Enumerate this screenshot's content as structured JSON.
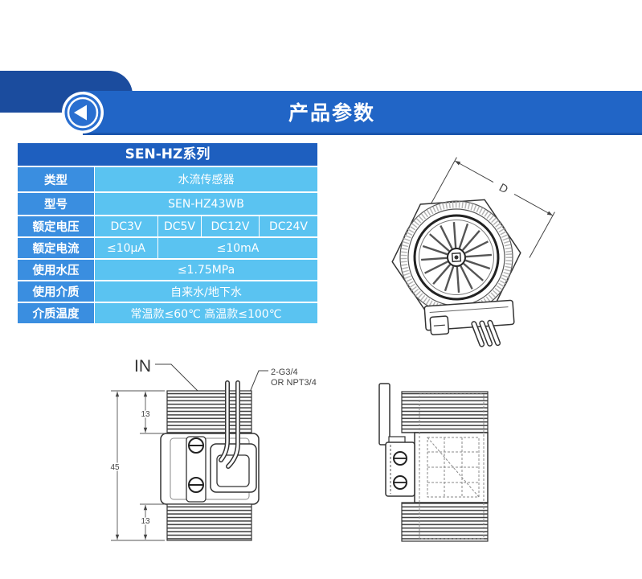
{
  "banner": {
    "title": "产品参数",
    "back_icon": "circle-left-arrow-icon"
  },
  "spec_table": {
    "header": "SEN-HZ系列",
    "rows": [
      {
        "label": "类型",
        "values": [
          "水流传感器"
        ]
      },
      {
        "label": "型号",
        "values": [
          "SEN-HZ43WB"
        ]
      },
      {
        "label": "额定电压",
        "values": [
          "DC3V",
          "DC5V",
          "DC12V",
          "DC24V"
        ]
      },
      {
        "label": "额定电流",
        "values": [
          "≤10μA",
          "≤10mA"
        ]
      },
      {
        "label": "使用水压",
        "values": [
          "≤1.75MPa"
        ]
      },
      {
        "label": "使用介质",
        "values": [
          "自来水/地下水"
        ]
      },
      {
        "label": "介质温度",
        "values": [
          "常温款≤60℃ 高温款≤100℃"
        ]
      }
    ]
  },
  "top_view": {
    "dimension_label": "D"
  },
  "side_view": {
    "inlet_label": "IN",
    "thread_label_line1": "2-G3/4",
    "thread_label_line2": "OR NPT3/4",
    "dim_top": "13",
    "dim_total": "45",
    "dim_bottom": "13"
  },
  "colors": {
    "banner_tab": "#1b4c9e",
    "banner_bar": "#2165c6",
    "table_header": "#1e5fbf",
    "label_cell": "#3a8ee0",
    "value_cell": "#5ac3f1"
  }
}
